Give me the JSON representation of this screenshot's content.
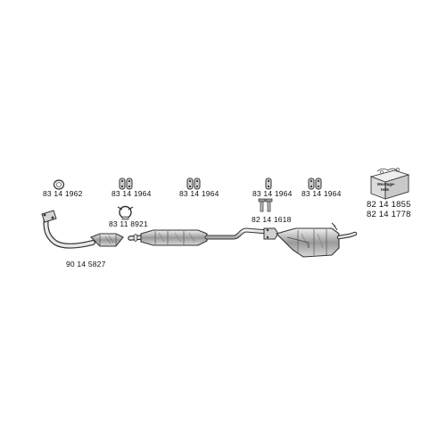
{
  "parts": {
    "gasket": "83 14 1962",
    "hanger_1": "83 14 1964",
    "hanger_2": "83 14 1964",
    "hanger_3": "83 14 1964",
    "hanger_4": "83 14 1964",
    "clamp": "83 11 8921",
    "bolts": "82 14 1618",
    "front_pipe": "90 14 5827",
    "kit_1": "82 14 1855",
    "kit_2": "82 14 1778"
  },
  "kit_box": {
    "line1": "Montage-",
    "line2": "teile"
  },
  "colors": {
    "line": "#333333",
    "fill_light": "#e6e6e6",
    "fill_mid": "#bcbcbc",
    "fill_dark": "#7a7a7a"
  }
}
